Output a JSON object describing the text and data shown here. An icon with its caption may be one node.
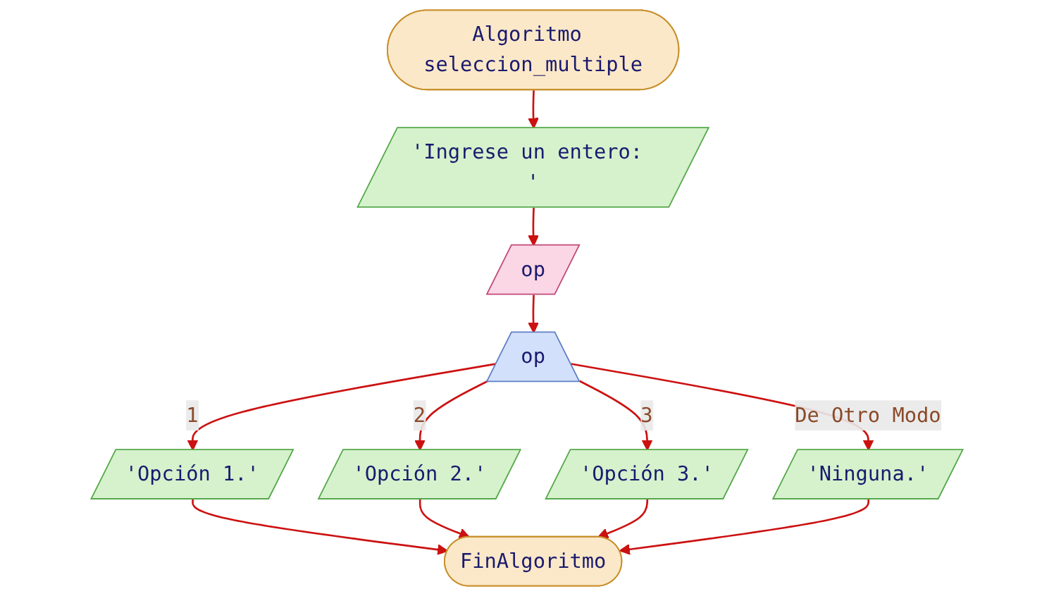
{
  "diagram": {
    "nodes": [
      {
        "text": [
          "Algoritmo seleccion_multiple"
        ]
      },
      {
        "text": [
          "'Ingrese un entero: '"
        ]
      },
      {
        "text": [
          "op"
        ]
      },
      {
        "text": [
          "op"
        ]
      },
      {
        "text": [
          "'Opción 1.'"
        ]
      },
      {
        "text": [
          "'Opción 2.'"
        ]
      },
      {
        "text": [
          "'Opción 3.'"
        ]
      },
      {
        "text": [
          "'Ninguna.'"
        ]
      },
      {
        "text": [
          "FinAlgoritmo"
        ]
      }
    ],
    "edges": [
      {
        "from": 0,
        "to": 1,
        "arrow": "to"
      },
      {
        "from": 1,
        "to": 2,
        "arrow": "to"
      },
      {
        "from": 2,
        "to": 3,
        "arrow": "to"
      },
      {
        "from": 3,
        "to": 4,
        "arrow": "to",
        "label": "1"
      },
      {
        "from": 3,
        "to": 5,
        "arrow": "to",
        "label": "2"
      },
      {
        "from": 3,
        "to": 6,
        "arrow": "to",
        "label": "3"
      },
      {
        "from": 3,
        "to": 7,
        "arrow": "to",
        "label": "De Otro Modo"
      },
      {
        "from": 4,
        "to": 8,
        "arrow": "to"
      },
      {
        "from": 5,
        "to": 8,
        "arrow": "to"
      },
      {
        "from": 6,
        "to": 8,
        "arrow": "to"
      },
      {
        "from": 7,
        "to": 8,
        "arrow": "to"
      }
    ]
  }
}
